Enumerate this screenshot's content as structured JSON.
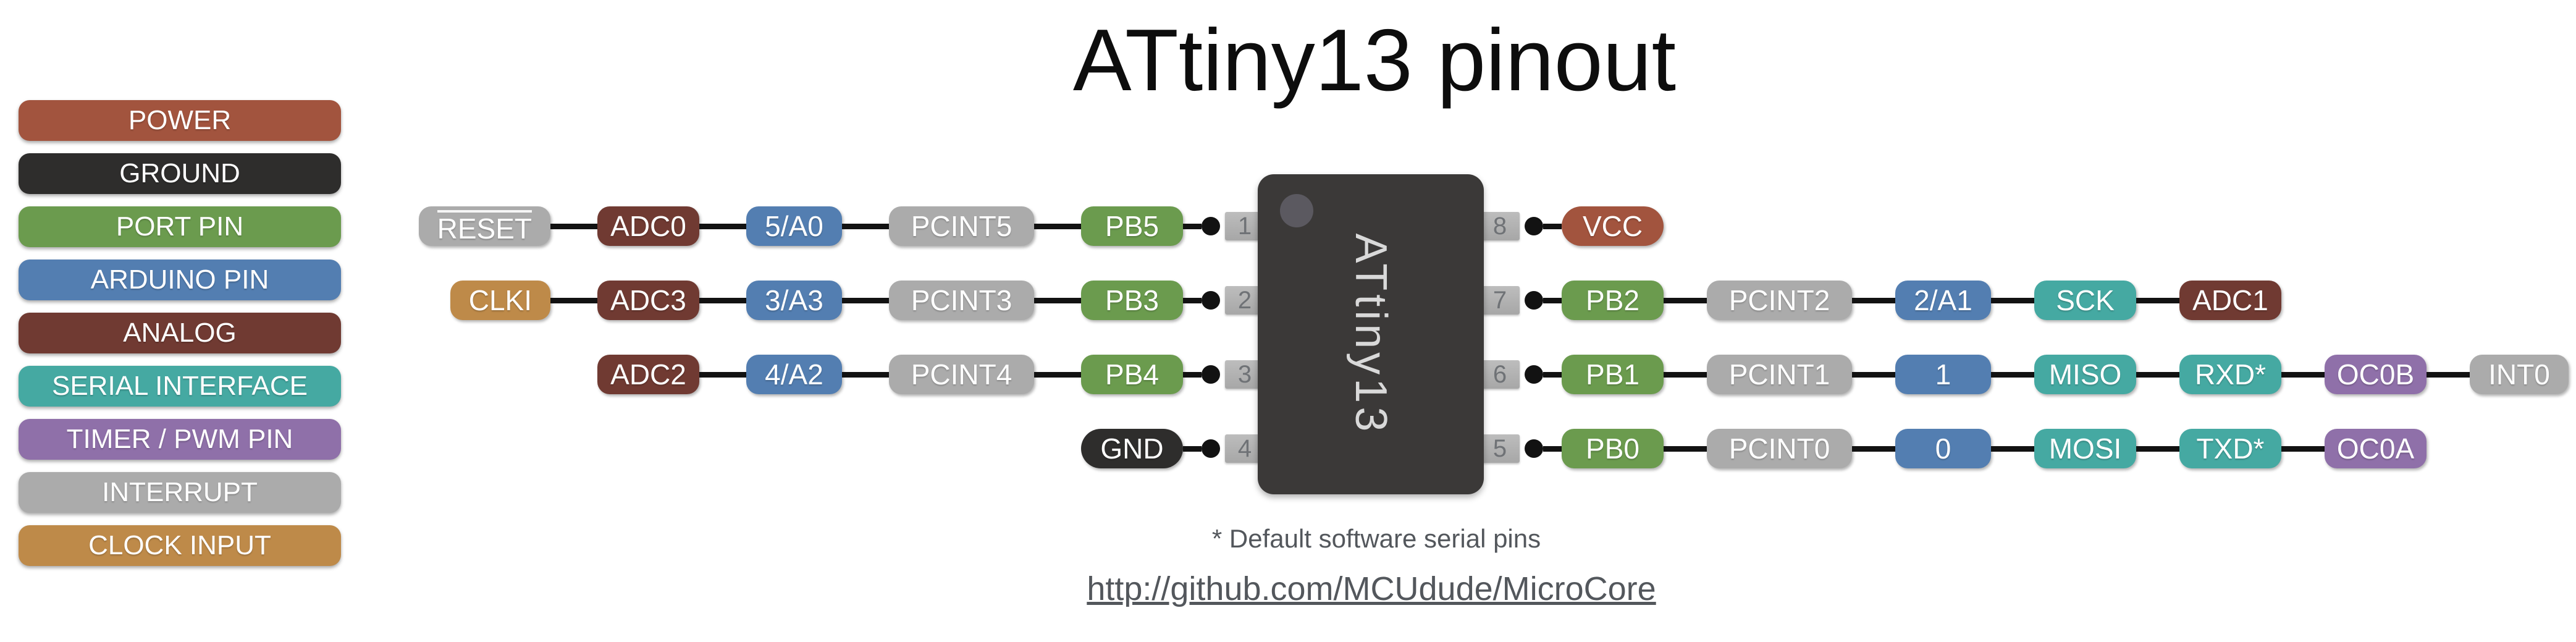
{
  "title": "ATtiny13 pinout",
  "palette": {
    "red": "#A2543E",
    "black": "#2E2D2C",
    "green": "#6B9B4E",
    "blue": "#537EB1",
    "maroon": "#703A32",
    "teal": "#45A9A2",
    "purple": "#8F70A9",
    "gray": "#ABABAB",
    "tan": "#BE8A49"
  },
  "legend": {
    "items": [
      {
        "label": "POWER",
        "color": "red"
      },
      {
        "label": "GROUND",
        "color": "black"
      },
      {
        "label": "PORT PIN",
        "color": "green"
      },
      {
        "label": "ARDUINO PIN",
        "color": "blue"
      },
      {
        "label": "ANALOG",
        "color": "maroon"
      },
      {
        "label": "SERIAL INTERFACE",
        "color": "teal"
      },
      {
        "label": "TIMER / PWM PIN",
        "color": "purple"
      },
      {
        "label": "INTERRUPT",
        "color": "gray"
      },
      {
        "label": "CLOCK INPUT",
        "color": "tan"
      }
    ]
  },
  "chip": {
    "label": "ATtiny13",
    "body_color": "#3B3938"
  },
  "pins": {
    "left": [
      {
        "number": "1",
        "badges": [
          {
            "label": "RESET",
            "color": "gray",
            "overline": true
          },
          {
            "label": "ADC0",
            "color": "maroon"
          },
          {
            "label": "5/A0",
            "color": "blue"
          },
          {
            "label": "PCINT5",
            "color": "gray"
          },
          {
            "label": "PB5",
            "color": "green"
          }
        ]
      },
      {
        "number": "2",
        "badges": [
          {
            "label": "CLKI",
            "color": "tan"
          },
          {
            "label": "ADC3",
            "color": "maroon"
          },
          {
            "label": "3/A3",
            "color": "blue"
          },
          {
            "label": "PCINT3",
            "color": "gray"
          },
          {
            "label": "PB3",
            "color": "green"
          }
        ]
      },
      {
        "number": "3",
        "badges": [
          {
            "label": "ADC2",
            "color": "maroon"
          },
          {
            "label": "4/A2",
            "color": "blue"
          },
          {
            "label": "PCINT4",
            "color": "gray"
          },
          {
            "label": "PB4",
            "color": "green"
          }
        ]
      },
      {
        "number": "4",
        "badges": [
          {
            "label": "GND",
            "color": "black"
          }
        ]
      }
    ],
    "right": [
      {
        "number": "8",
        "badges": [
          {
            "label": "VCC",
            "color": "red"
          }
        ]
      },
      {
        "number": "7",
        "badges": [
          {
            "label": "PB2",
            "color": "green"
          },
          {
            "label": "PCINT2",
            "color": "gray"
          },
          {
            "label": "2/A1",
            "color": "blue"
          },
          {
            "label": "SCK",
            "color": "teal"
          },
          {
            "label": "ADC1",
            "color": "maroon"
          }
        ]
      },
      {
        "number": "6",
        "badges": [
          {
            "label": "PB1",
            "color": "green"
          },
          {
            "label": "PCINT1",
            "color": "gray"
          },
          {
            "label": "1",
            "color": "blue"
          },
          {
            "label": "MISO",
            "color": "teal"
          },
          {
            "label": "RXD*",
            "color": "teal"
          },
          {
            "label": "OC0B",
            "color": "purple"
          },
          {
            "label": "INT0",
            "color": "gray"
          }
        ]
      },
      {
        "number": "5",
        "badges": [
          {
            "label": "PB0",
            "color": "green"
          },
          {
            "label": "PCINT0",
            "color": "gray"
          },
          {
            "label": "0",
            "color": "blue"
          },
          {
            "label": "MOSI",
            "color": "teal"
          },
          {
            "label": "TXD*",
            "color": "teal"
          },
          {
            "label": "OC0A",
            "color": "purple"
          }
        ]
      }
    ]
  },
  "footer": {
    "note": "* Default software serial pins",
    "link": "http://github.com/MCUdude/MicroCore"
  }
}
